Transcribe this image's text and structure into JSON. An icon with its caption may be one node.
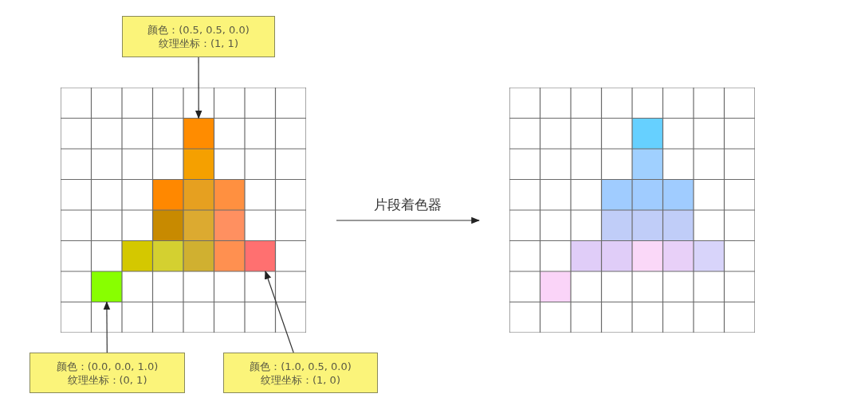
{
  "diagram": {
    "nodes": [
      {
        "text": [
          "颜色：(0.5, 0.5, 0.0)",
          "纹理坐标：(1, 1)"
        ]
      },
      {
        "text": [],
        "shape": "grid"
      },
      {
        "text": [],
        "shape": "box",
        "in": 1
      },
      {
        "text": [],
        "shape": "box",
        "in": 1
      },
      {
        "text": [],
        "shape": "box",
        "in": 1
      },
      {
        "text": [
          "颜色：(0.0, 0.0, 1.0)",
          "纹理坐标：(0, 1)"
        ]
      },
      {
        "text": [
          "颜色：(1.0, 0.5, 0.0)",
          "纹理坐标：(1, 0)"
        ]
      },
      {
        "text": [],
        "shape": "grid"
      }
    ],
    "edges": [
      {
        "from": 0,
        "to": 2,
        "arrow": "to"
      },
      {
        "from": 5,
        "to": 3,
        "arrow": "to"
      },
      {
        "from": 6,
        "to": 4,
        "arrow": "to"
      },
      {
        "from": 1,
        "to": 7,
        "label": "片段着色器",
        "arrow": "to"
      }
    ]
  }
}
